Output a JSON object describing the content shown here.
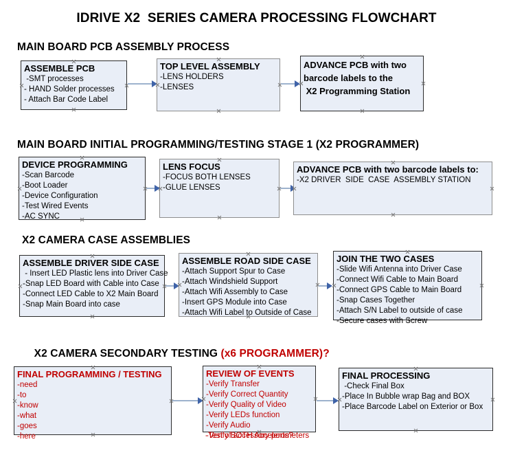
{
  "document": {
    "title": "IDRIVE X2  SERIES CAMERA PROCESSING FLOWCHART"
  },
  "sections": [
    {
      "heading": "MAIN BOARD PCB ASSEMBLY PROCESS",
      "heading_accent": ""
    },
    {
      "heading": "MAIN BOARD INITIAL PROGRAMMING/TESTING STAGE 1 (X2 PROGRAMMER)",
      "heading_accent": ""
    },
    {
      "heading": "X2 CAMERA CASE ASSEMBLIES",
      "heading_accent": ""
    },
    {
      "heading": "X2 CAMERA SECONDARY TESTING ",
      "heading_accent": "(x6 PROGRAMMER)?"
    }
  ],
  "nodes": {
    "assemble_pcb": {
      "title": "ASSEMBLE PCB",
      "lines": [
        " -SMT processes",
        "- HAND Solder processes",
        "- Attach Bar Code Label"
      ]
    },
    "top_level_assembly": {
      "title": "TOP LEVEL ASSEMBLY",
      "lines": [
        "-LENS HOLDERS",
        "-LENSES"
      ]
    },
    "advance_pcb_programming": {
      "title": "ADVANCE PCB with two\nbarcode labels to the\n X2 Programming Station",
      "lines": []
    },
    "device_programming": {
      "title": "DEVICE PROGRAMMING",
      "lines": [
        "-Scan Barcode",
        "-Boot Loader",
        "-Device Configuration",
        "-Test Wired Events",
        "-AC SYNC"
      ]
    },
    "lens_focus": {
      "title": "LENS FOCUS",
      "lines": [
        "-FOCUS BOTH LENSES",
        "-GLUE LENSES"
      ]
    },
    "advance_pcb_driver_side": {
      "title": "ADVANCE PCB with two barcode labels to:",
      "lines": [
        "-X2 DRIVER  SIDE  CASE  ASSEMBLY STATION"
      ]
    },
    "assemble_driver_side_case": {
      "title": "ASSEMBLE DRIVER SIDE CASE",
      "lines": [
        " - Insert LED Plastic lens into Driver Case",
        "-Snap LED Board with Cable into Case",
        "-Connect LED Cable to X2 Main Board",
        "-Snap Main Board into case"
      ]
    },
    "assemble_road_side_case": {
      "title": "ASSEMBLE ROAD SIDE CASE",
      "lines": [
        "-Attach Support Spur to Case",
        "-Attach Windshield Support",
        "-Attach Wifi Assembly to Case",
        "-Insert GPS Module into Case",
        "-Attach Wifi Label to Outside of Case"
      ]
    },
    "join_the_two_cases": {
      "title": "JOIN THE TWO CASES",
      "lines": [
        "-Slide Wifi Antenna into Driver Case",
        "-Connect Wifi Cable to Main Board",
        "-Connect GPS Cable to Main Board",
        "-Snap Cases Together",
        "-Attach S/N Label to outside of case",
        "-Secure cases with Screw"
      ]
    },
    "final_programming_testing": {
      "title": "FINAL PROGRAMMING / TESTING",
      "lines": [
        "-need",
        "-to",
        "-know",
        "-what",
        "-goes",
        "-here"
      ]
    },
    "review_of_events": {
      "title": "REVIEW OF EVENTS",
      "lines": [
        "-Verify Transfer",
        "-Verify Correct Quantity",
        "-Verify Quality of Video",
        "-Verify LEDs function",
        "-Verify Audio",
        "-Verify BOTH Accelerometers"
      ],
      "overflow_line": "-Test of accessory ports?"
    },
    "final_processing": {
      "title": "FINAL PROCESSING",
      "lines": [
        " -Check Final Box",
        "-Place In Bubble wrap Bag and BOX",
        "-Place Barcode Label on Exterior or Box"
      ]
    }
  },
  "colors": {
    "node_fill": "#e9eef7",
    "node_border": "#2a2a2a",
    "connector": "#9db2cd",
    "arrowhead": "#3f63a8",
    "accent_red": "#c00000"
  }
}
